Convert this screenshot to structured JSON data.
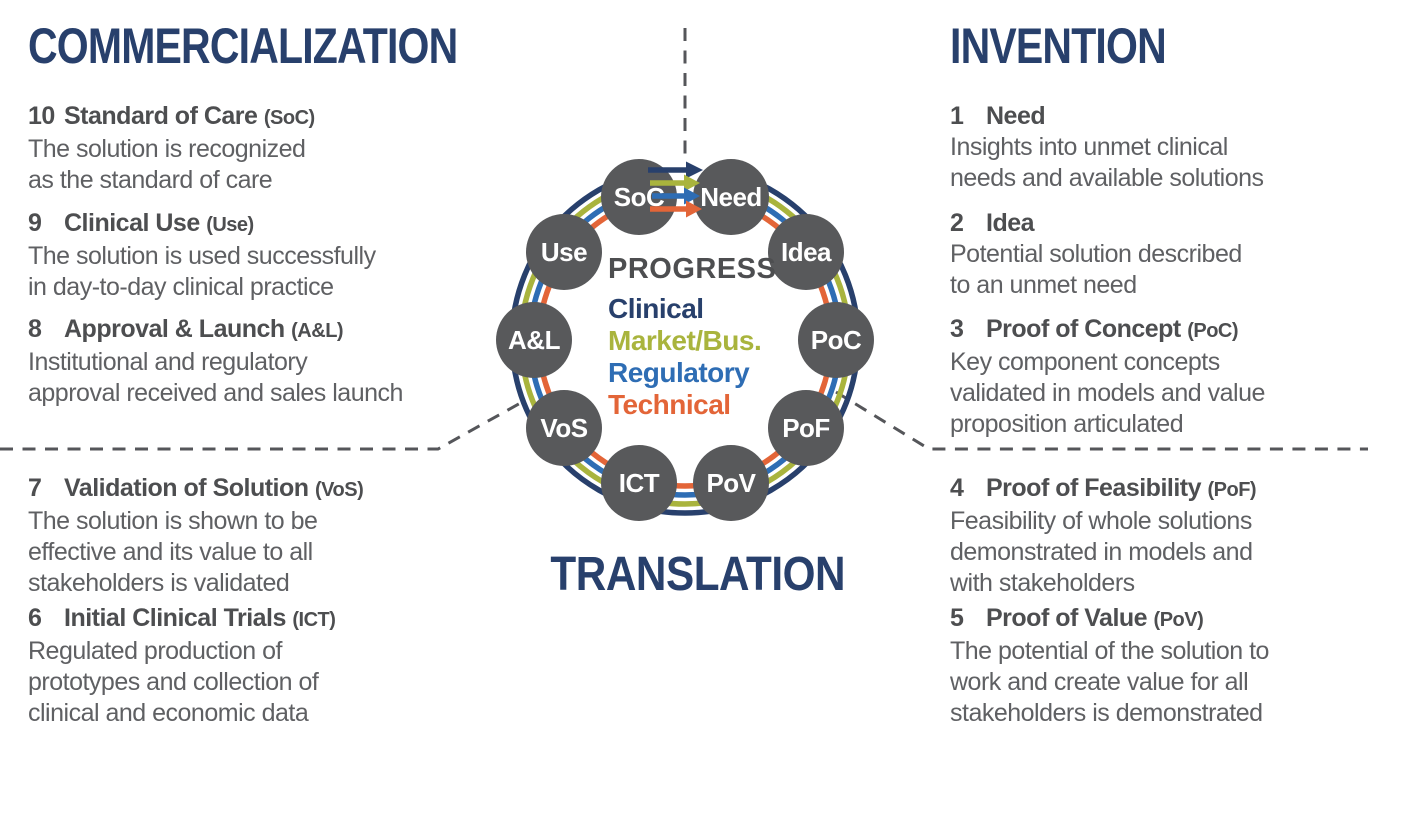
{
  "colors": {
    "navy": "#28406c",
    "olive": "#a9b43d",
    "blue": "#2e6db4",
    "orange": "#e36538",
    "node_gray": "#58595b",
    "heading_gray": "#4d4e50",
    "body_gray": "#5f6063"
  },
  "sections": {
    "commercialization": {
      "title": "COMMERCIALIZATION",
      "items": [
        {
          "number": "10",
          "title": "Standard of Care",
          "abbr": "(SoC)",
          "description": [
            "The solution is recognized",
            "as the standard of care"
          ]
        },
        {
          "number": "9",
          "title": "Clinical Use",
          "abbr": "(Use)",
          "description": [
            "The solution is used successfully",
            "in day-to-day clinical practice"
          ]
        },
        {
          "number": "8",
          "title": "Approval & Launch",
          "abbr": "(A&L)",
          "description": [
            "Institutional and regulatory",
            "approval received and sales launch"
          ]
        },
        {
          "number": "7",
          "title": "Validation of Solution",
          "abbr": "(VoS)",
          "description": [
            "The solution is shown to be",
            "effective and its value to all",
            "stakeholders is validated"
          ]
        },
        {
          "number": "6",
          "title": "Initial Clinical Trials",
          "abbr": "(ICT)",
          "description": [
            "Regulated production of",
            "prototypes and collection of",
            "clinical and economic data"
          ]
        }
      ]
    },
    "invention": {
      "title": "INVENTION",
      "items": [
        {
          "number": "1",
          "title": "Need",
          "abbr": "",
          "description": [
            "Insights into unmet clinical",
            "needs and available solutions"
          ]
        },
        {
          "number": "2",
          "title": "Idea",
          "abbr": "",
          "description": [
            "Potential solution described",
            "to an unmet need"
          ]
        },
        {
          "number": "3",
          "title": "Proof of Concept",
          "abbr": "(PoC)",
          "description": [
            "Key component concepts",
            "validated in models and value",
            "proposition articulated"
          ]
        },
        {
          "number": "4",
          "title": "Proof of Feasibility",
          "abbr": "(PoF)",
          "description": [
            "Feasibility of whole solutions",
            "demonstrated in models and",
            "with stakeholders"
          ]
        },
        {
          "number": "5",
          "title": "Proof of Value",
          "abbr": "(PoV)",
          "description": [
            "The potential of the solution to",
            "work and create value for all",
            "stakeholders is demonstrated"
          ]
        }
      ]
    },
    "translation": {
      "title": "TRANSLATION"
    }
  },
  "wheel": {
    "center_label": "PROGRESS",
    "categories": [
      {
        "label": "Clinical",
        "color": "#28406c"
      },
      {
        "label": "Market/Bus.",
        "color": "#a9b43d"
      },
      {
        "label": "Regulatory",
        "color": "#2e6db4"
      },
      {
        "label": "Technical",
        "color": "#e36538"
      }
    ],
    "nodes": [
      "SoC",
      "Need",
      "Idea",
      "PoC",
      "PoF",
      "PoV",
      "ICT",
      "VoS",
      "A&L",
      "Use"
    ]
  }
}
